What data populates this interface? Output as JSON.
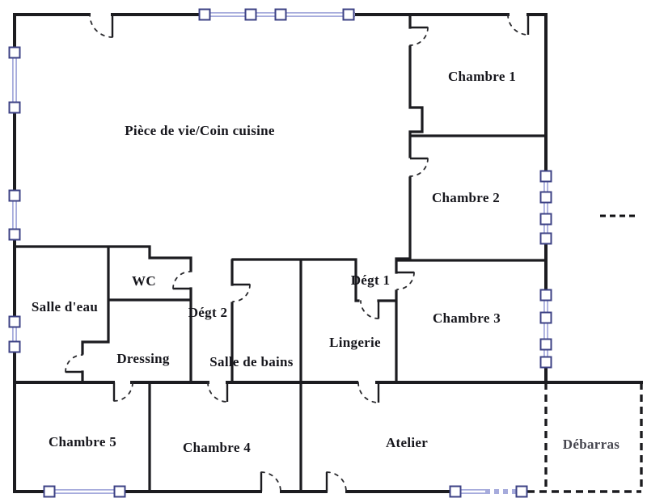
{
  "colors": {
    "wall": "#1c1c20",
    "window_frame": "#3d4285",
    "window_glass": "#a6abdc",
    "door_arc": "#2a2a2e",
    "label_text": "#16161c",
    "background": "#ffffff"
  },
  "rooms": [
    {
      "name": "piece-de-vie",
      "label": "Pièce de vie/Coin cuisine"
    },
    {
      "name": "chambre-1",
      "label": "Chambre 1"
    },
    {
      "name": "chambre-2",
      "label": "Chambre 2"
    },
    {
      "name": "chambre-3",
      "label": "Chambre 3"
    },
    {
      "name": "wc",
      "label": "WC"
    },
    {
      "name": "salle-d-eau",
      "label": "Salle d'eau"
    },
    {
      "name": "degt-2",
      "label": "Dégt 2"
    },
    {
      "name": "degt-1",
      "label": "Dégt 1"
    },
    {
      "name": "dressing",
      "label": "Dressing"
    },
    {
      "name": "salle-de-bains",
      "label": "Salle de bains"
    },
    {
      "name": "lingerie",
      "label": "Lingerie"
    },
    {
      "name": "chambre-5",
      "label": "Chambre 5"
    },
    {
      "name": "chambre-4",
      "label": "Chambre 4"
    },
    {
      "name": "atelier",
      "label": "Atelier"
    },
    {
      "name": "debarras",
      "label": "Débarras"
    }
  ]
}
